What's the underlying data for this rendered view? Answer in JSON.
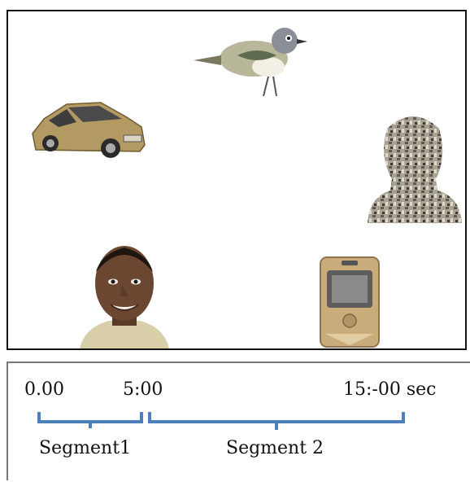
{
  "timeline": {
    "ticks": [
      "0.00",
      "5:00",
      "15:-00 sec"
    ],
    "segments": [
      "Segment1",
      "Segment 2"
    ]
  },
  "stimuli": [
    "car-image",
    "bird-image",
    "scrambled-face-image",
    "face-image",
    "cellphone-image"
  ],
  "colors": {
    "bracket": "#4f7fb8",
    "frame": "#111111"
  }
}
